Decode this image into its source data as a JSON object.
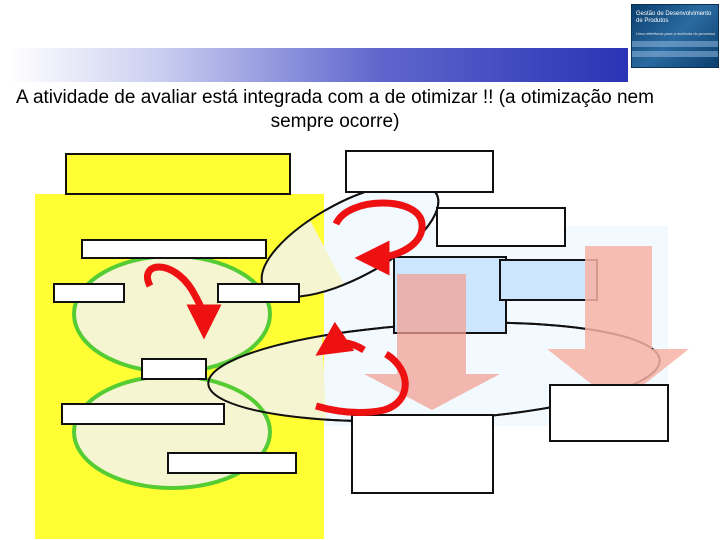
{
  "slide": {
    "title": "A atividade de avaliar está integrada com a de otimizar !! (a otimização nem sempre ocorre)"
  },
  "logo": {
    "text": "Gestão de Desenvolvimento de Produtos",
    "tagline": "Uma referência para a melhoria do processo"
  },
  "colors": {
    "yellow_panel": "#ffff33",
    "ellipse_fill": "#f5f5d2",
    "ellipse_border": "#55cc33",
    "blue_ellipse_fill": "#f2faff",
    "red_arrow": "#ee1111",
    "pink_arrow": "#f7b3a6",
    "blue_box": "#cce6ff"
  }
}
